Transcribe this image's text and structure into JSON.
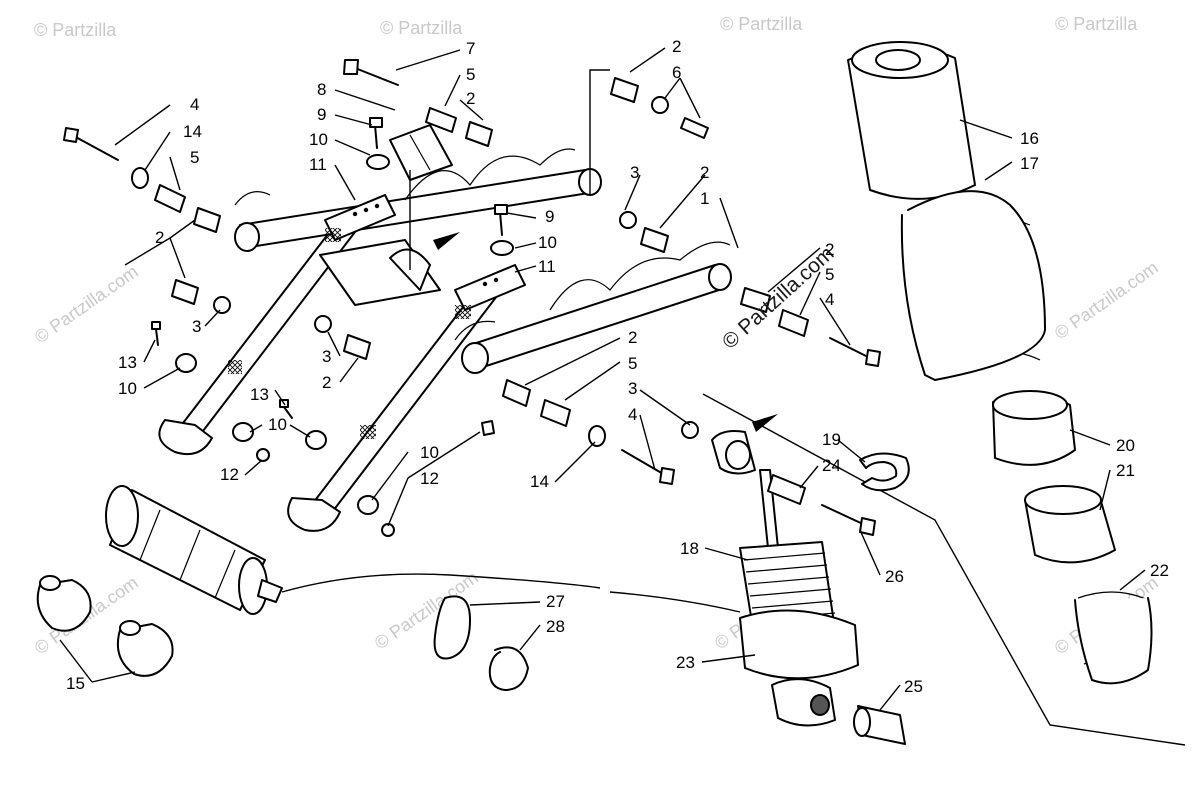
{
  "watermark": {
    "text": "© Partzilla.com",
    "corner_text": "© Partzilla"
  },
  "callouts": {
    "c1": "1",
    "c2a": "2",
    "c2b": "2",
    "c2c": "2",
    "c2d": "2",
    "c2e": "2",
    "c2f": "2",
    "c2g": "2",
    "c3a": "3",
    "c3b": "3",
    "c3c": "3",
    "c3d": "3",
    "c4a": "4",
    "c4b": "4",
    "c4c": "4",
    "c5a": "5",
    "c5b": "5",
    "c5c": "5",
    "c5d": "5",
    "c6": "6",
    "c7": "7",
    "c8": "8",
    "c9a": "9",
    "c9b": "9",
    "c10a": "10",
    "c10b": "10",
    "c10c": "10",
    "c10d": "10",
    "c10e": "10",
    "c11a": "11",
    "c11b": "11",
    "c12a": "12",
    "c12b": "12",
    "c13a": "13",
    "c13b": "13",
    "c14a": "14",
    "c14b": "14",
    "c15": "15",
    "c16": "16",
    "c17": "17",
    "c18": "18",
    "c19": "19",
    "c20": "20",
    "c21": "21",
    "c22": "22",
    "c23": "23",
    "c24": "24",
    "c25": "25",
    "c26": "26",
    "c27": "27",
    "c28": "28"
  }
}
